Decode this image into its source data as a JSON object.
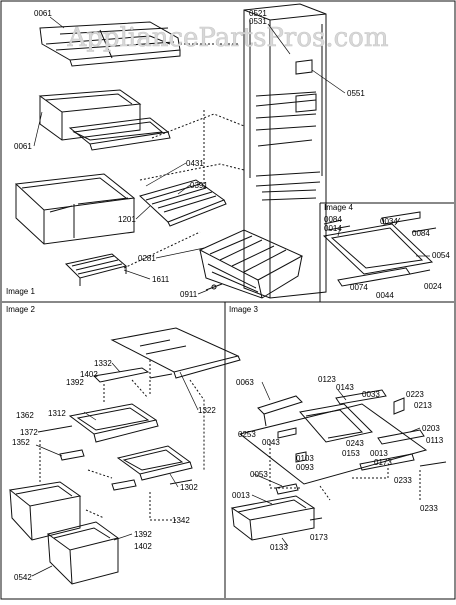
{
  "watermark": "AppliancePartsPros.com",
  "panels": {
    "image1": "Image 1",
    "image2": "Image 2",
    "image3": "Image 3",
    "image4": "Image 4"
  },
  "parts": {
    "p0061a": "0061",
    "p0521": "0521",
    "p0531": "0531",
    "p0551": "0551",
    "p0061b": "0061",
    "p0431": "0431",
    "p0391": "0391",
    "p1201": "1201",
    "p0281": "0281",
    "p1611": "1611",
    "p0911": "0911",
    "p0084a": "0084",
    "p0014": "0014",
    "p0034": "0034",
    "p0084b": "0084",
    "p0054": "0054",
    "p0074": "0074",
    "p0044": "0044",
    "p0024": "0024",
    "p1332": "1332",
    "p1402a": "1402",
    "p1392a": "1392",
    "p1312": "1312",
    "p1362": "1362",
    "p1372": "1372",
    "p1352": "1352",
    "p1322": "1322",
    "p1302": "1302",
    "p1342": "1342",
    "p1392b": "1392",
    "p1402b": "1402",
    "p0542": "0542",
    "p0063": "0063",
    "p0123": "0123",
    "p0143": "0143",
    "p0033": "0033",
    "p0223": "0223",
    "p0213": "0213",
    "p0203": "0203",
    "p0113": "0113",
    "p0253": "0253",
    "p0043": "0043",
    "p0243": "0243",
    "p0153": "0153",
    "p0013a": "0013",
    "p0173a": "0173",
    "p0103": "0103",
    "p0093": "0093",
    "p0053": "0053",
    "p0233a": "0233",
    "p0013b": "0013",
    "p0233b": "0233",
    "p0133": "0133",
    "p0173b": "0173"
  }
}
